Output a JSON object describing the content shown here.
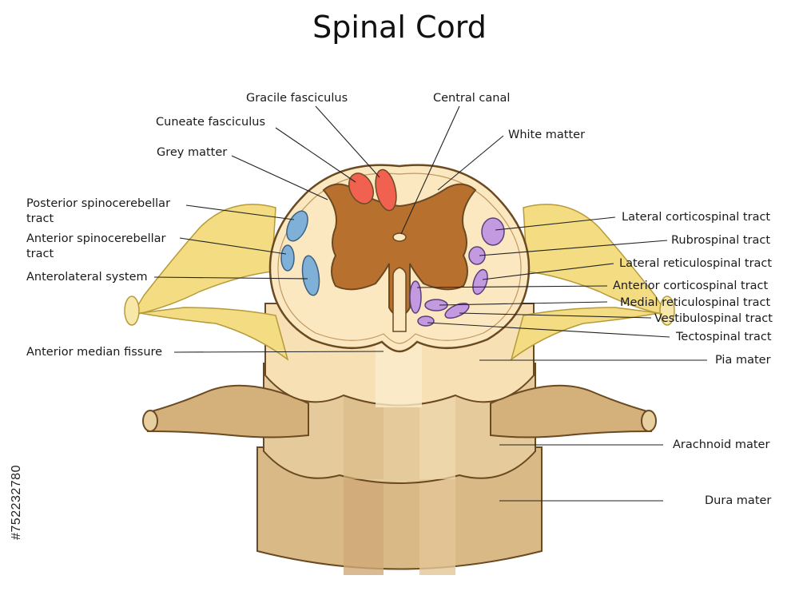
{
  "title": "Spinal Cord",
  "labels": {
    "gracile_fasciculus": "Gracile fasciculus",
    "cuneate_fasciculus": "Cuneate fasciculus",
    "grey_matter": "Grey matter",
    "posterior_spinocerebellar_tract": "Posterior spinocerebellar tract",
    "anterior_spinocerebellar_tract": "Anterior spinocerebellar tract",
    "anterolateral_system": "Anterolateral system",
    "anterior_median_fissure": "Anterior median fissure",
    "central_canal": "Central canal",
    "white_matter": "White matter",
    "lateral_corticospinal_tract": "Lateral corticospinal tract",
    "rubrospinal_tract": "Rubrospinal tract",
    "lateral_reticulospinal_tract": "Lateral reticulospinal tract",
    "anterior_corticospinal_tract": "Anterior corticospinal tract",
    "medial_reticulospinal_tract": "Medial reticulospinal tract",
    "vestibulospinal_tract": "Vestibulospinal tract",
    "tectospinal_tract": "Tectospinal tract",
    "pia_mater": "Pia mater",
    "arachnoid_mater": "Arachnoid mater",
    "dura_mater": "Dura mater"
  },
  "watermark": "#752232780",
  "colors": {
    "dura": "#d8b98a",
    "arachnoid": "#e6cc9d",
    "pia": "#f5dfb4",
    "white_matter": "#fbe8c0",
    "grey_matter": "#b8702f",
    "nerve": "#f3dc82",
    "red_tract": "#f0614f",
    "blue_tract": "#7fb0d8",
    "purple_tract": "#c39ae0",
    "outline": "#6b4a22"
  }
}
